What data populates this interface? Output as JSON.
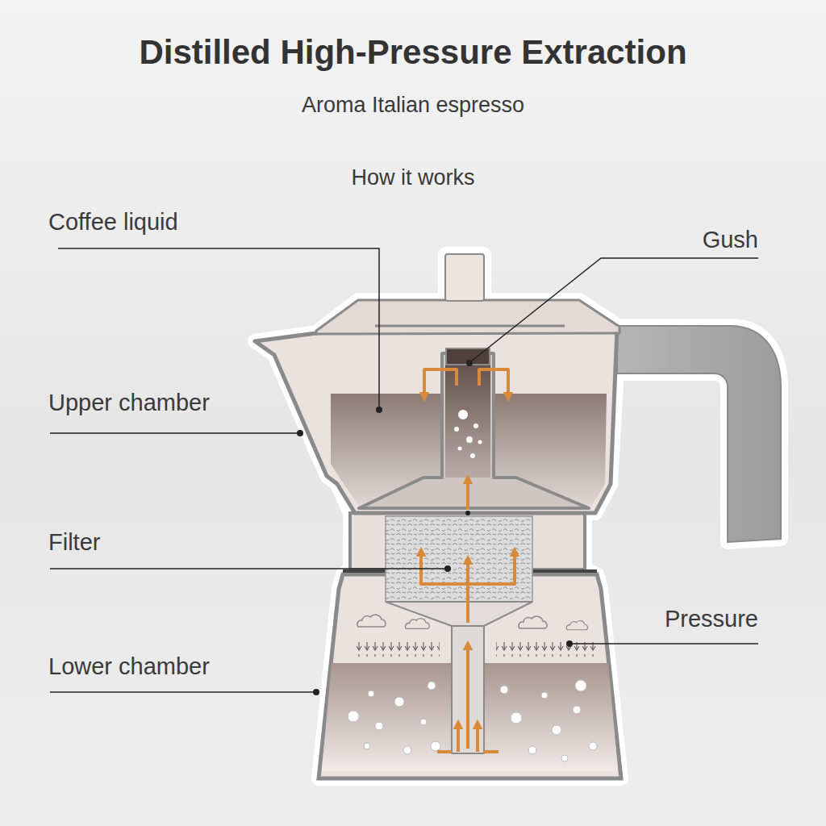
{
  "diagram": {
    "title": "Distilled High-Pressure Extraction",
    "labels": [
      "Aroma Italian espresso",
      "How it works",
      "Coffee liquid",
      "Gush",
      "Upper chamber",
      "Filter",
      "Pressure",
      "Lower chamber"
    ]
  }
}
